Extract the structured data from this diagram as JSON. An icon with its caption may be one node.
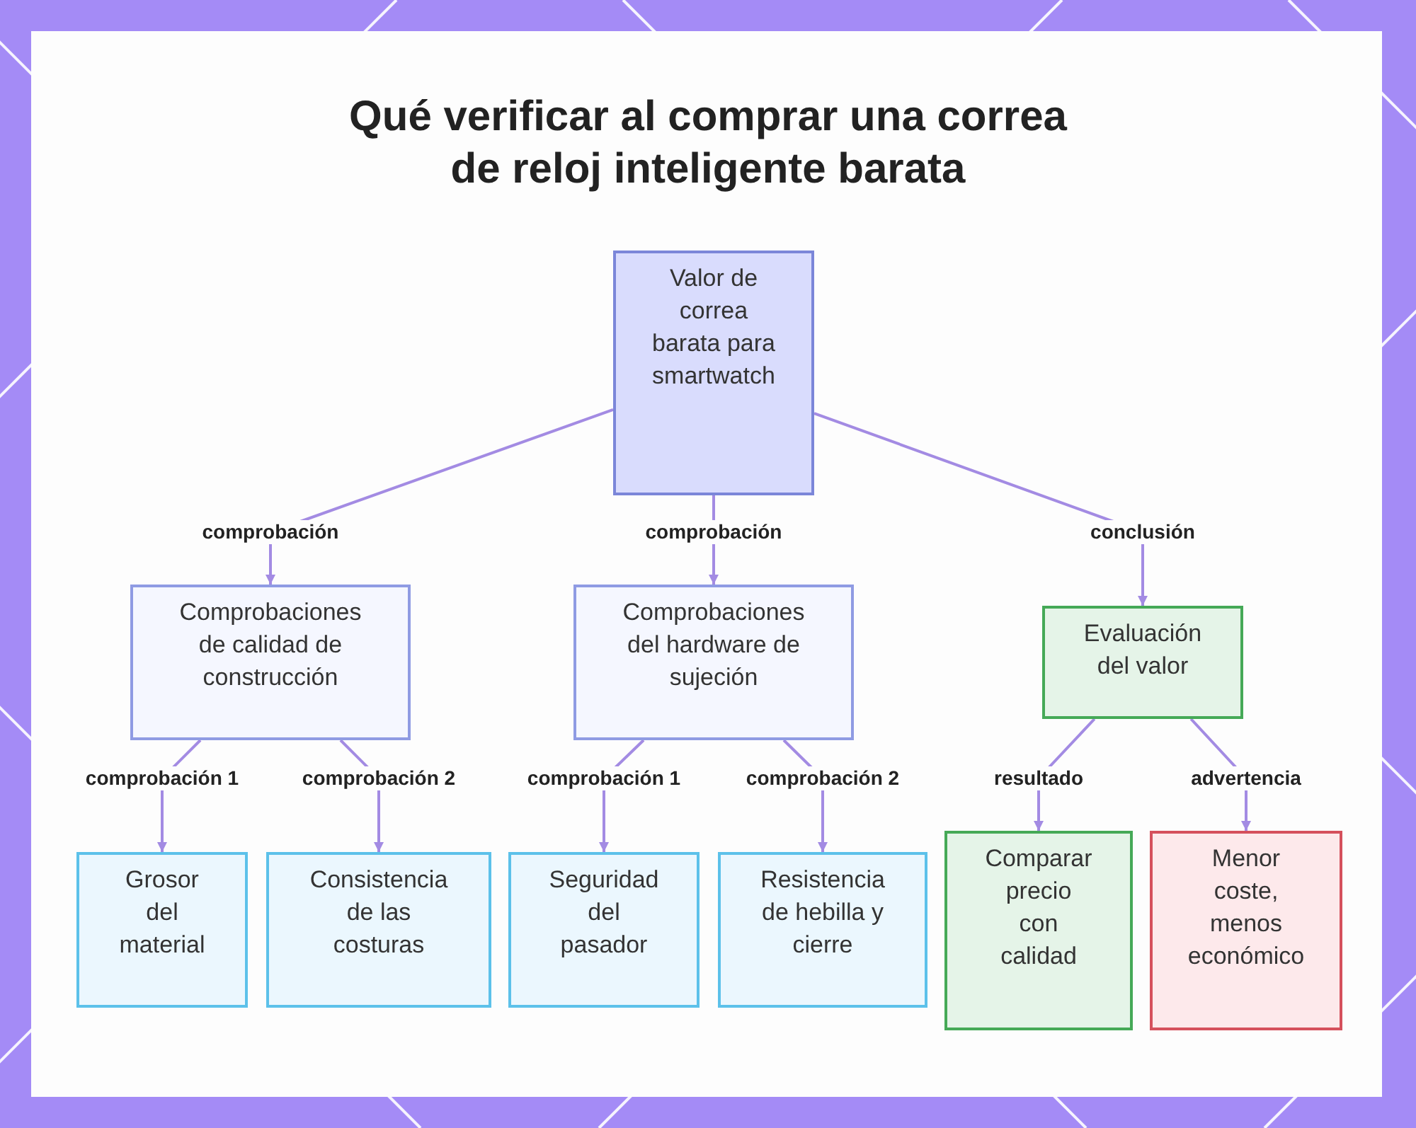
{
  "diagram": {
    "title": "Qué verificar al comprar una correa de reloj inteligente barata",
    "nodes": [
      {
        "text": [
          "Valor de correa barata para smartwatch"
        ]
      },
      {
        "text": [
          "Comprobaciones de calidad de construcción"
        ]
      },
      {
        "text": [
          "Comprobaciones del hardware de sujeción"
        ]
      },
      {
        "text": [
          "Evaluación del valor"
        ]
      },
      {
        "text": [
          "Grosor del material"
        ]
      },
      {
        "text": [
          "Consistencia de las costuras"
        ]
      },
      {
        "text": [
          "Seguridad del pasador"
        ]
      },
      {
        "text": [
          "Resistencia de hebilla y cierre"
        ]
      },
      {
        "text": [
          "Comparar precio con calidad"
        ]
      },
      {
        "text": [
          "Menor coste, menos económico"
        ]
      }
    ],
    "edges": [
      {
        "from": 0,
        "to": 1,
        "arrow": "to",
        "label": "comprobación"
      },
      {
        "from": 0,
        "to": 2,
        "arrow": "to",
        "label": "comprobación"
      },
      {
        "from": 0,
        "to": 3,
        "arrow": "to",
        "label": "conclusión"
      },
      {
        "from": 1,
        "to": 4,
        "arrow": "to",
        "label": "comprobación 1"
      },
      {
        "from": 1,
        "to": 5,
        "arrow": "to",
        "label": "comprobación 2"
      },
      {
        "from": 2,
        "to": 6,
        "arrow": "to",
        "label": "comprobación 1"
      },
      {
        "from": 2,
        "to": 7,
        "arrow": "to",
        "label": "comprobación 2"
      },
      {
        "from": 3,
        "to": 8,
        "arrow": "to",
        "label": "resultado"
      },
      {
        "from": 3,
        "to": 9,
        "arrow": "to",
        "label": "advertencia"
      }
    ]
  }
}
